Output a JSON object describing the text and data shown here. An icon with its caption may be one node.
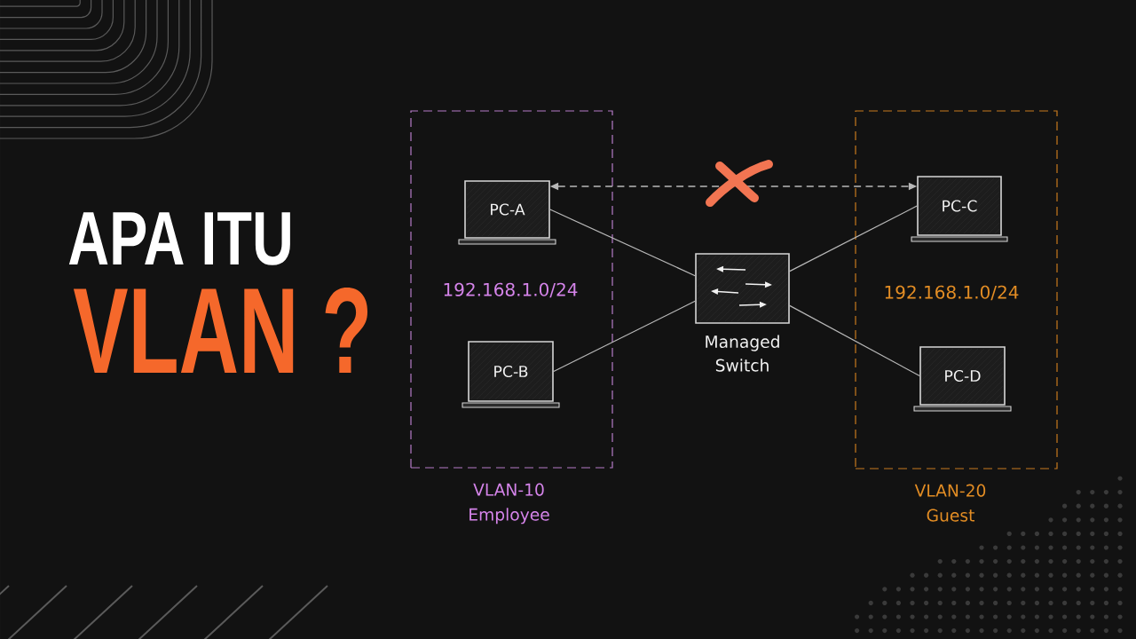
{
  "diagram": {
    "title": "APA ITU",
    "nodes": [
      {
        "text": [
          "192.168.1.0/24"
        ],
        "beside": [
          "VLAN-10 Employee"
        ]
      },
      {
        "text": [
          "PC-A"
        ],
        "in": 0
      },
      {
        "text": [
          "PC-B"
        ],
        "in": 0
      },
      {
        "text": [
          "Managed Switch"
        ]
      },
      {
        "text": [
          "192.168.1.0/24"
        ],
        "beside": [
          "VLAN-20 Guest"
        ]
      },
      {
        "text": [
          "PC-C"
        ],
        "in": 4
      },
      {
        "text": [
          "PC-D"
        ],
        "in": 4
      }
    ],
    "edges": [
      {
        "from": 1,
        "to": 3,
        "arrow": "none"
      },
      {
        "from": 2,
        "to": 3,
        "arrow": "none"
      },
      {
        "from": 3,
        "to": 5,
        "arrow": "none"
      },
      {
        "from": 3,
        "to": 6,
        "arrow": "none"
      },
      {
        "from": 1,
        "to": 5,
        "arrow": "both",
        "style": "dashed"
      }
    ],
    "labels": [
      "VLAN ?"
    ]
  }
}
